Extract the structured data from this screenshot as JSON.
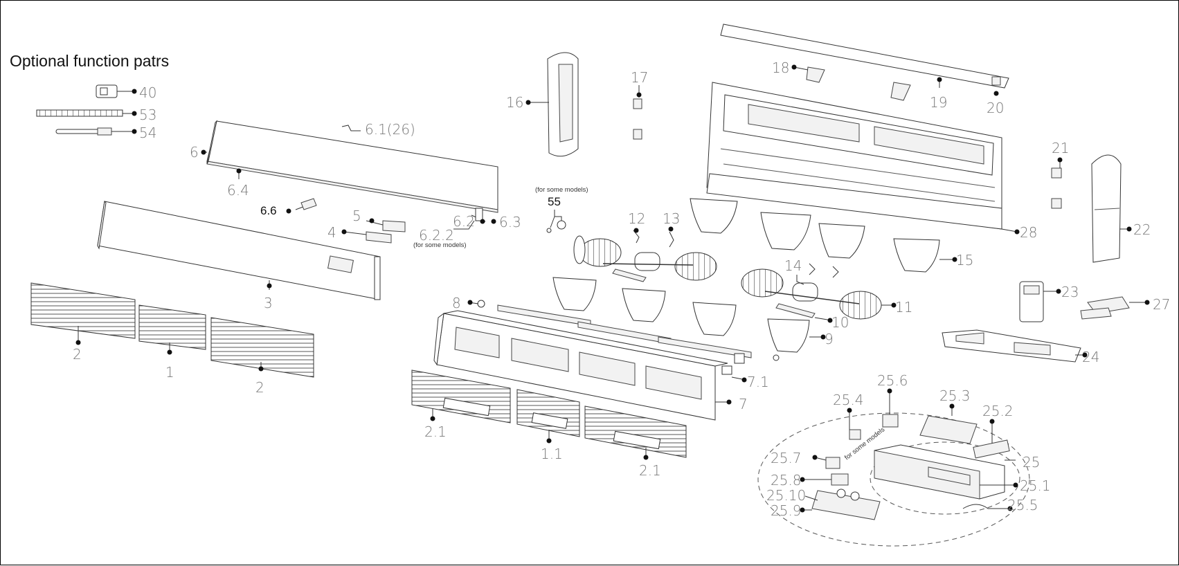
{
  "title": "Optional function patrs",
  "notes": {
    "some_models_a": "(for some models)",
    "some_models_b": "(for some models)",
    "some_models_c": "for some models"
  },
  "labels": {
    "p40": "40",
    "p53": "53",
    "p54": "54",
    "p6": "6",
    "p6_1": "6.1(26)",
    "p6_4": "6.4",
    "p6_6": "6.6",
    "p5": "5",
    "p4": "4",
    "p6_2": "6.2",
    "p6_3": "6.3",
    "p6_2_2": "6.2.2",
    "p3": "3",
    "p2a": "2",
    "p1": "1",
    "p2b": "2",
    "p16": "16",
    "p17": "17",
    "p55": "55",
    "p18": "18",
    "p19": "19",
    "p20": "20",
    "p21": "21",
    "p22": "22",
    "p28": "28",
    "p12": "12",
    "p13": "13",
    "p14": "14",
    "p15": "15",
    "p11": "11",
    "p10": "10",
    "p9": "9",
    "p8": "8",
    "p7_1": "7.1",
    "p7": "7",
    "p2_1a": "2.1",
    "p1_1": "1.1",
    "p2_1b": "2.1",
    "p23": "23",
    "p27": "27",
    "p24": "24",
    "p25_6": "25.6",
    "p25_4": "25.4",
    "p25_3": "25.3",
    "p25_2": "25.2",
    "p25": "25",
    "p25_1": "25.1",
    "p25_7": "25.7",
    "p25_8": "25.8",
    "p25_10": "25.10",
    "p25_9": "25.9",
    "p25_5": "25.5"
  }
}
